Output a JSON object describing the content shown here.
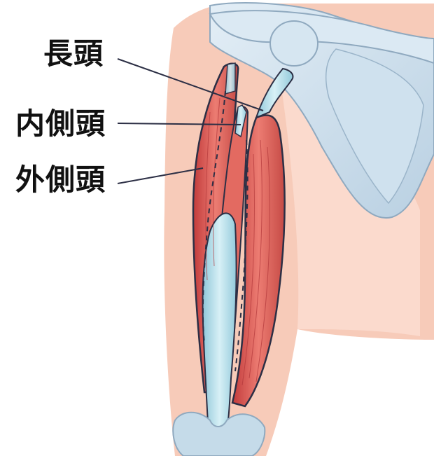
{
  "labels": {
    "long_head": "長頭",
    "medial_head": "内側頭",
    "lateral_head": "外側頭"
  },
  "colors": {
    "skin": "#f7cbb9",
    "skin_light": "#fbe3d8",
    "bone": "#c5dbe9",
    "bone_outline": "#8fa9bf",
    "muscle": "#d9534f",
    "muscle_light": "#ee8a80",
    "tendon": "#a9dbe8",
    "outline": "#2c2f45"
  }
}
